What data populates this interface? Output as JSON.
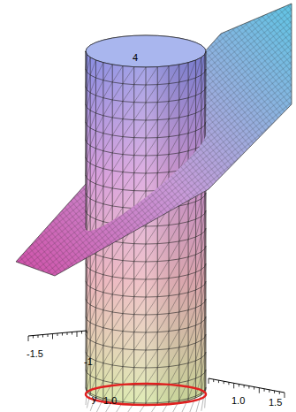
{
  "diagram": {
    "labels": [
      "4",
      "-1.5",
      "-1",
      "y",
      "1.0",
      "1.0",
      "1.5"
    ]
  }
}
